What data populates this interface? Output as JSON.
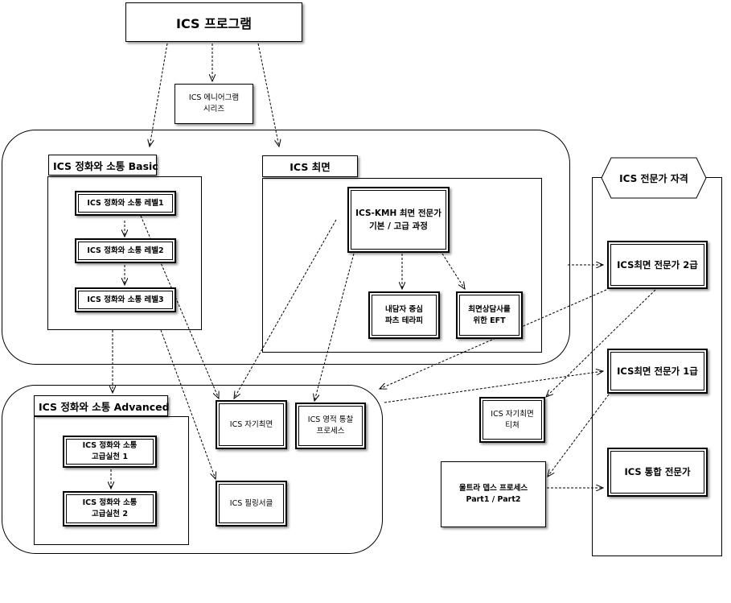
{
  "nodes": {
    "top": "ICS 프로그램",
    "enneagram": [
      "ICS 에니어그램",
      "시리즈"
    ],
    "basic_header": "ICS 정화와 소통 Basic",
    "basic_l1": "ICS 정화와 소통 레벨1",
    "basic_l2": "ICS 정화와 소통 레벨2",
    "basic_l3": "ICS 정화와 소통 레벨3",
    "hypnosis_header": "ICS 최면",
    "kmh": [
      "ICS-KMH 최면 전문가",
      "기본 / 고급 과정"
    ],
    "parts": [
      "내담자 중심",
      "파츠 테라피"
    ],
    "eft": [
      "최면상담사를",
      "위한 EFT"
    ],
    "advanced_header": "ICS 정화와 소통 Advanced",
    "adv1": [
      "ICS 정화와 소통",
      "고급실천 1"
    ],
    "adv2": [
      "ICS 정화와 소통",
      "고급실천 2"
    ],
    "self_hyp": "ICS 자기최면",
    "spiritual": [
      "ICS 영적 통찰",
      "프로세스"
    ],
    "feeling": "ICS 필링서클",
    "cert_header": "ICS 전문가 자격",
    "grade2": "ICS최면 전문가 2급",
    "grade1": "ICS최면 전문가 1급",
    "teacher": [
      "ICS 자기최면",
      "티쳐"
    ],
    "ultra": [
      "울트라 뎁스 프로세스",
      "Part1 / Part2"
    ],
    "integrated": "ICS 통합 전문가"
  }
}
